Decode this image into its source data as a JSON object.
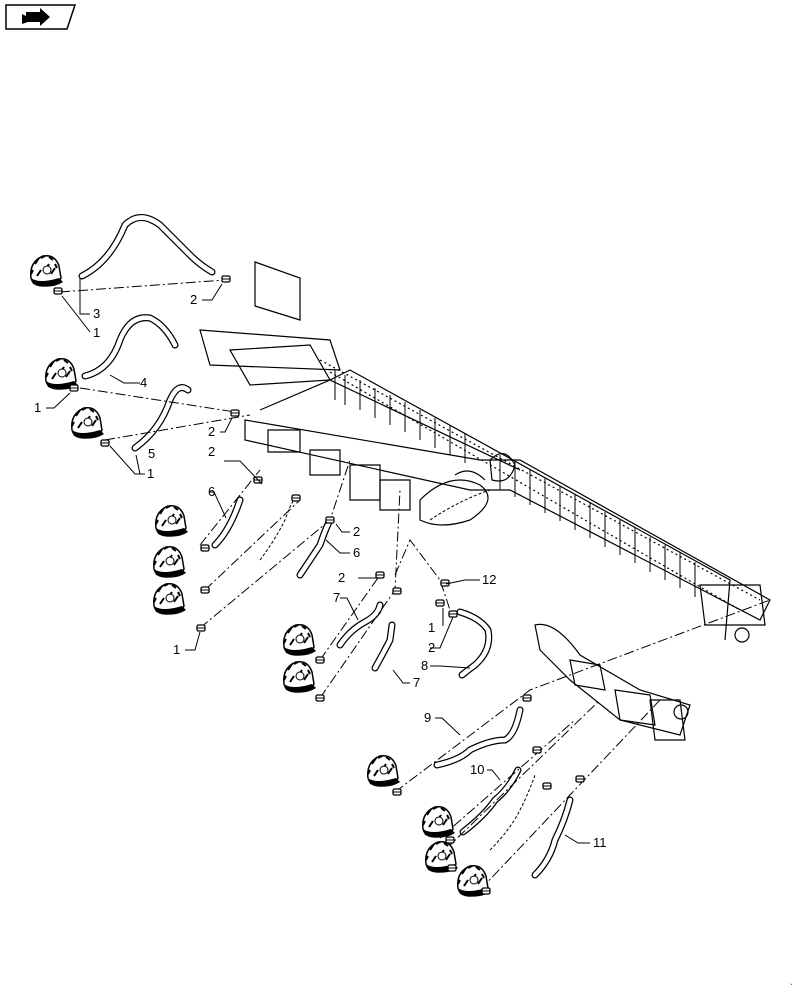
{
  "diagram": {
    "nav_icon": "page-navigation-icon",
    "callouts": [
      {
        "id": "c3",
        "text": "3"
      },
      {
        "id": "c1a",
        "text": "1"
      },
      {
        "id": "c2a",
        "text": "2"
      },
      {
        "id": "c4",
        "text": "4"
      },
      {
        "id": "c1b",
        "text": "1"
      },
      {
        "id": "c2b",
        "text": "2"
      },
      {
        "id": "c5",
        "text": "5"
      },
      {
        "id": "c1c",
        "text": "1"
      },
      {
        "id": "c2c",
        "text": "2"
      },
      {
        "id": "c6a",
        "text": "6"
      },
      {
        "id": "c2d",
        "text": "2"
      },
      {
        "id": "c6b",
        "text": "6"
      },
      {
        "id": "c2e",
        "text": "2"
      },
      {
        "id": "c12",
        "text": "12"
      },
      {
        "id": "c7a",
        "text": "7"
      },
      {
        "id": "c1d",
        "text": "1"
      },
      {
        "id": "c2f",
        "text": "2"
      },
      {
        "id": "c1e",
        "text": "1"
      },
      {
        "id": "c8",
        "text": "8"
      },
      {
        "id": "c7b",
        "text": "7"
      },
      {
        "id": "c9",
        "text": "9"
      },
      {
        "id": "c10",
        "text": "10"
      },
      {
        "id": "c11",
        "text": "11"
      }
    ]
  }
}
